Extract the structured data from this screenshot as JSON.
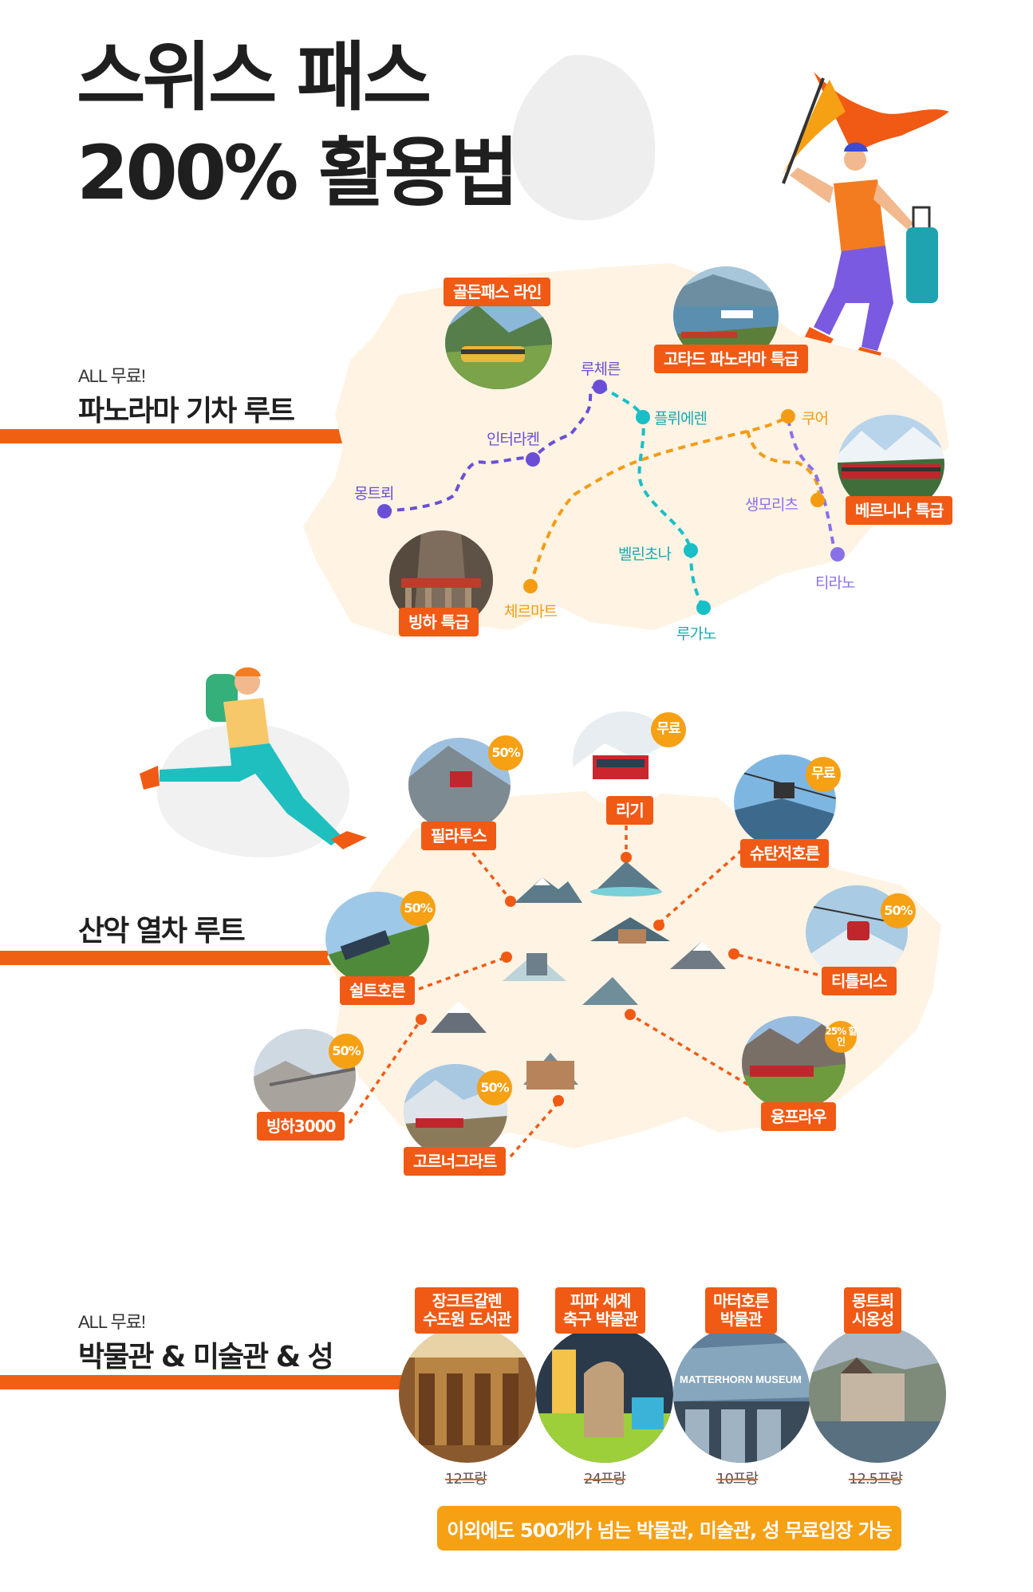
{
  "title": {
    "line1": "스위스 패스",
    "line2": "200% 활용법"
  },
  "panorama": {
    "kicker": "ALL 무료!",
    "heading": "파노라마 기차 루트",
    "trains": [
      "골든패스 라인",
      "고타드 파노라마 특급",
      "베르니나 특급",
      "빙하 특급"
    ],
    "stations": [
      "루체른",
      "플뤼에렌",
      "쿠어",
      "인터라켄",
      "몽트뢰",
      "생모리츠",
      "벨린초나",
      "티라노",
      "체르마트",
      "루가노"
    ],
    "colors": {
      "purple": "#6a4fd6",
      "teal": "#18bfc6",
      "amber": "#f39c12",
      "orange": "#f05a14",
      "map": "#fff3e3"
    }
  },
  "mountain": {
    "heading": "산악 열차 루트",
    "items": [
      {
        "name": "필라투스",
        "badge": "50%"
      },
      {
        "name": "리기",
        "badge": "무료"
      },
      {
        "name": "슈탄저호른",
        "badge": "무료"
      },
      {
        "name": "쉴트호른",
        "badge": "50%"
      },
      {
        "name": "티틀리스",
        "badge": "50%"
      },
      {
        "name": "빙하3000",
        "badge": "50%"
      },
      {
        "name": "고르너그라트",
        "badge": "50%"
      },
      {
        "name": "융프라우",
        "badge": "25% 할인"
      }
    ]
  },
  "museums": {
    "kicker": "ALL 무료!",
    "heading": "박물관 & 미술관 & 성",
    "items": [
      {
        "line1": "장크트갈렌",
        "line2": "수도원 도서관",
        "price": "12프랑"
      },
      {
        "line1": "피파 세계",
        "line2": "축구 박물관",
        "price": "24프랑"
      },
      {
        "line1": "마터호른",
        "line2": "박물관",
        "price": "10프랑",
        "sign": "MATTERHORN MUSEUM"
      },
      {
        "line1": "몽트뢰",
        "line2": "시옹성",
        "price": "12.5프랑"
      }
    ],
    "note": "이외에도 500개가 넘는 박물관, 미술관, 성 무료입장 가능"
  }
}
